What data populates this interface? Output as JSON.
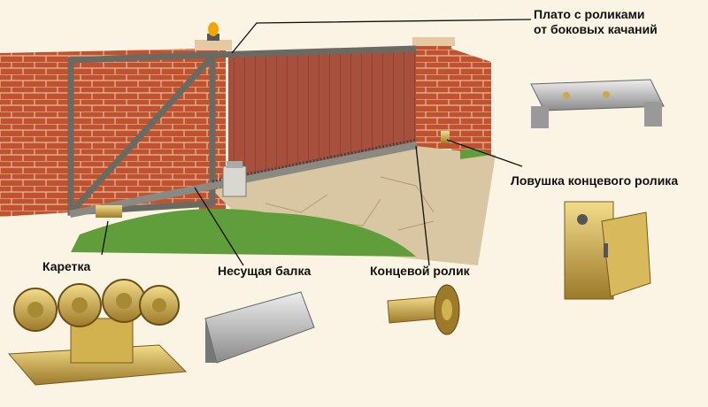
{
  "labels": {
    "plate": [
      "Плато с роликами",
      "от боковых качаний"
    ],
    "trap": "Ловушка концевого ролика",
    "carriage": "Каретка",
    "beam": "Несущая балка",
    "end_roller": "Концевой ролик"
  },
  "colors": {
    "background": "#fbf4e4",
    "brick": "#c0532f",
    "gate_panel": "#a8503e",
    "frame": "#6b6a62",
    "grass": "#5f9e3a",
    "metal": "#c9a94a"
  }
}
